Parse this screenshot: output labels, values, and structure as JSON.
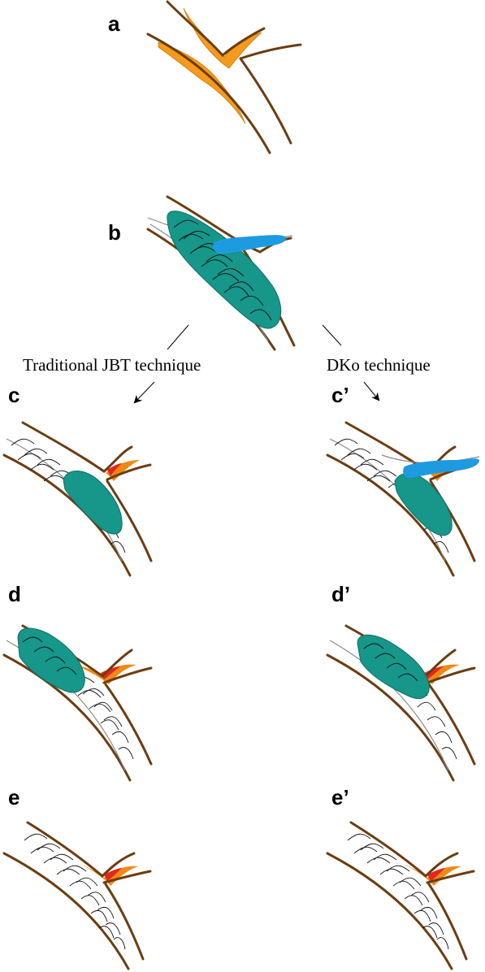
{
  "panels": {
    "a": "a",
    "b": "b",
    "c": "c",
    "c_prime": "c’",
    "d": "d",
    "d_prime": "d’",
    "e": "e",
    "e_prime": "e’"
  },
  "branches": {
    "left_technique": "Traditional JBT technique",
    "right_technique": "DKo technique"
  },
  "colors": {
    "vessel_wall": "#6b3d12",
    "plaque": "#f59a1b",
    "thrombus_core": "#e5261f",
    "main_balloon": "#17968a",
    "side_balloon": "#1e9be0"
  }
}
